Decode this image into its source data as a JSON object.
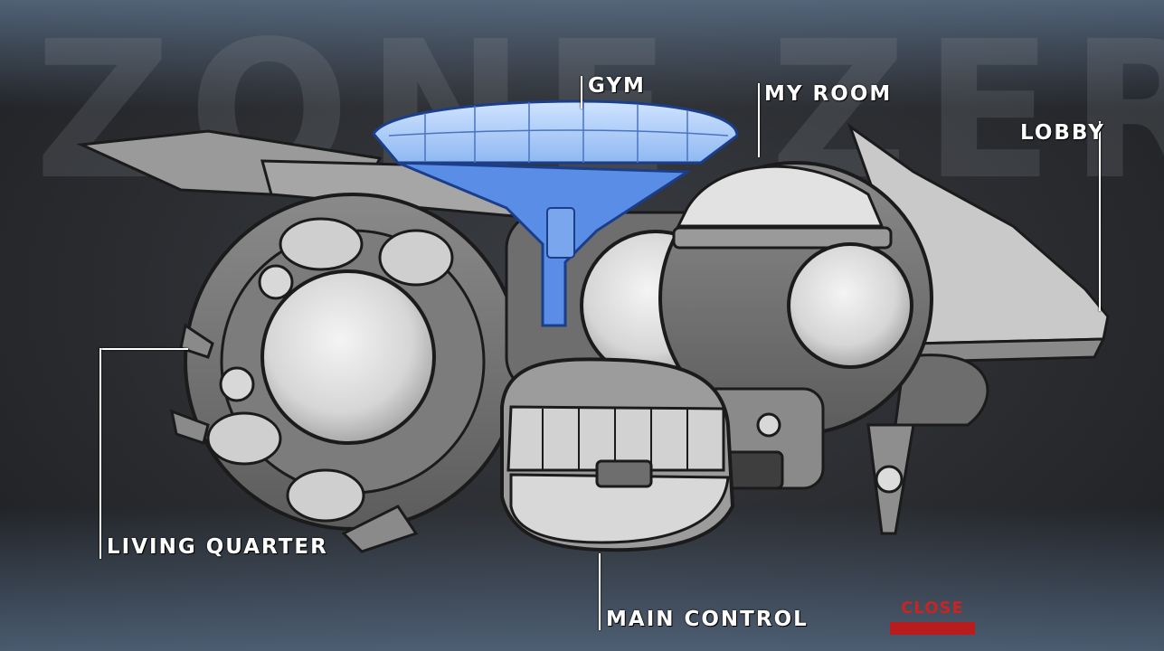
{
  "watermark": "ZONE ZERO",
  "rooms": {
    "gym": "GYM",
    "my_room": "MY ROOM",
    "lobby": "LOBBY",
    "living_quarter": "LIVING QUARTER",
    "main_control": "MAIN CONTROL"
  },
  "selected_room": "gym",
  "colors": {
    "highlight": "#5a8ee6",
    "close": "#c82424"
  },
  "close_label": "CLOSE"
}
